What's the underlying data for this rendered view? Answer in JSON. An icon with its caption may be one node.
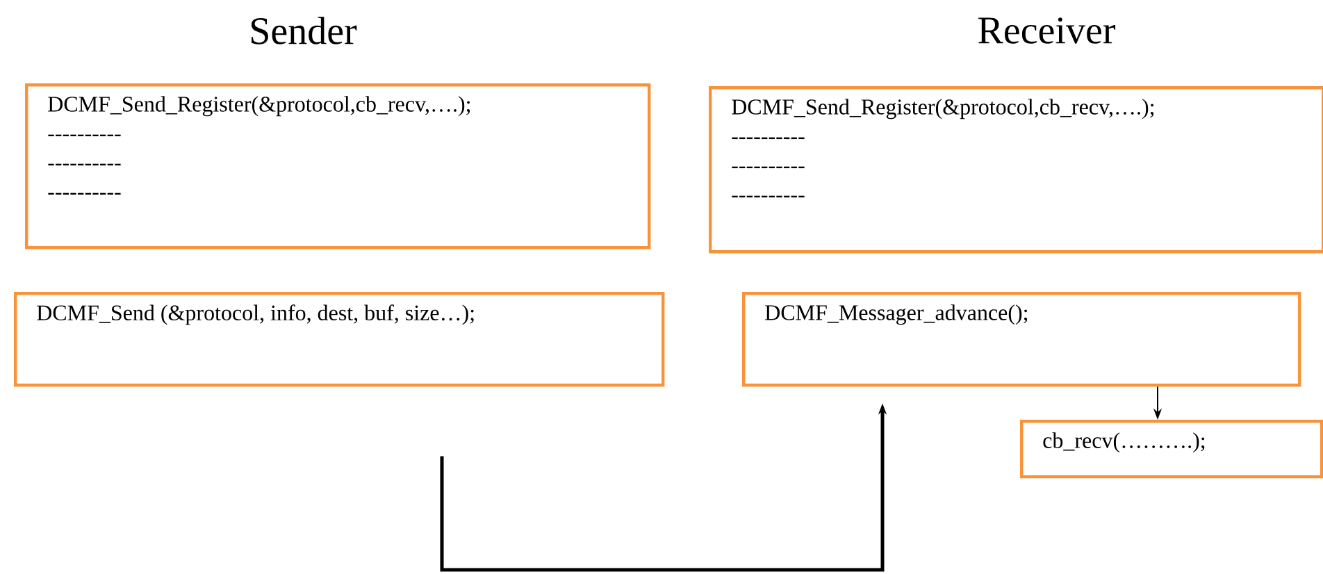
{
  "diagram": {
    "nodes": [
      {
        "text": [
          "DCMF_Send_Register(&protocol,cb_recv,….);",
          "----------",
          "----------",
          "----------"
        ]
      },
      {
        "text": [
          "DCMF_Send_Register(&protocol,cb_recv,….);",
          "----------",
          "----------",
          "----------"
        ]
      },
      {
        "text": [
          "DCMF_Send (&protocol, info, dest, buf, size…);"
        ]
      },
      {
        "text": [
          "DCMF_Messager_advance();"
        ]
      },
      {
        "text": [
          "cb_recv(……….);"
        ]
      }
    ],
    "edges": [
      {
        "from": 2,
        "to": 3,
        "arrow": "to",
        "style": "thick"
      },
      {
        "from": 3,
        "to": 4,
        "arrow": "to"
      }
    ],
    "labels": [
      "Sender",
      "Receiver"
    ]
  }
}
